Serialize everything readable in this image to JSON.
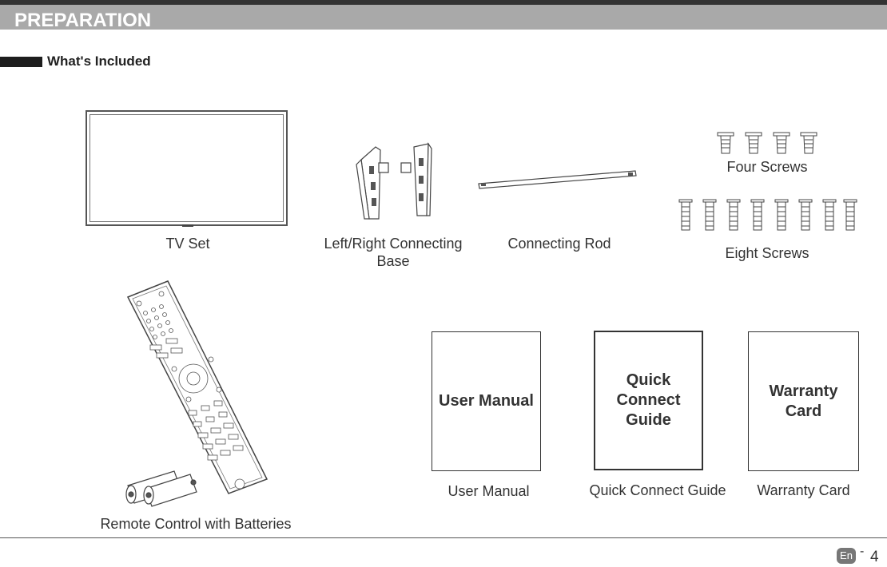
{
  "header": {
    "title": "PREPARATION"
  },
  "section": {
    "title": "What's Included"
  },
  "items": {
    "tv": "TV Set",
    "base_line1": "Left/Right Connecting",
    "base_line2": "Base",
    "rod": "Connecting Rod",
    "four_screws": "Four Screws",
    "eight_screws": "Eight Screws",
    "remote": "Remote Control with Batteries",
    "user_manual": "User Manual",
    "quick_guide": "Quick Connect Guide",
    "warranty": "Warranty Card"
  },
  "documents": {
    "user_manual_cover": "User Manual",
    "quick_cover_1": "Quick",
    "quick_cover_2": "Connect",
    "quick_cover_3": "Guide",
    "warranty_cover_1": "Warranty",
    "warranty_cover_2": "Card"
  },
  "footer": {
    "lang": "En",
    "dash": "-",
    "page": "4"
  }
}
